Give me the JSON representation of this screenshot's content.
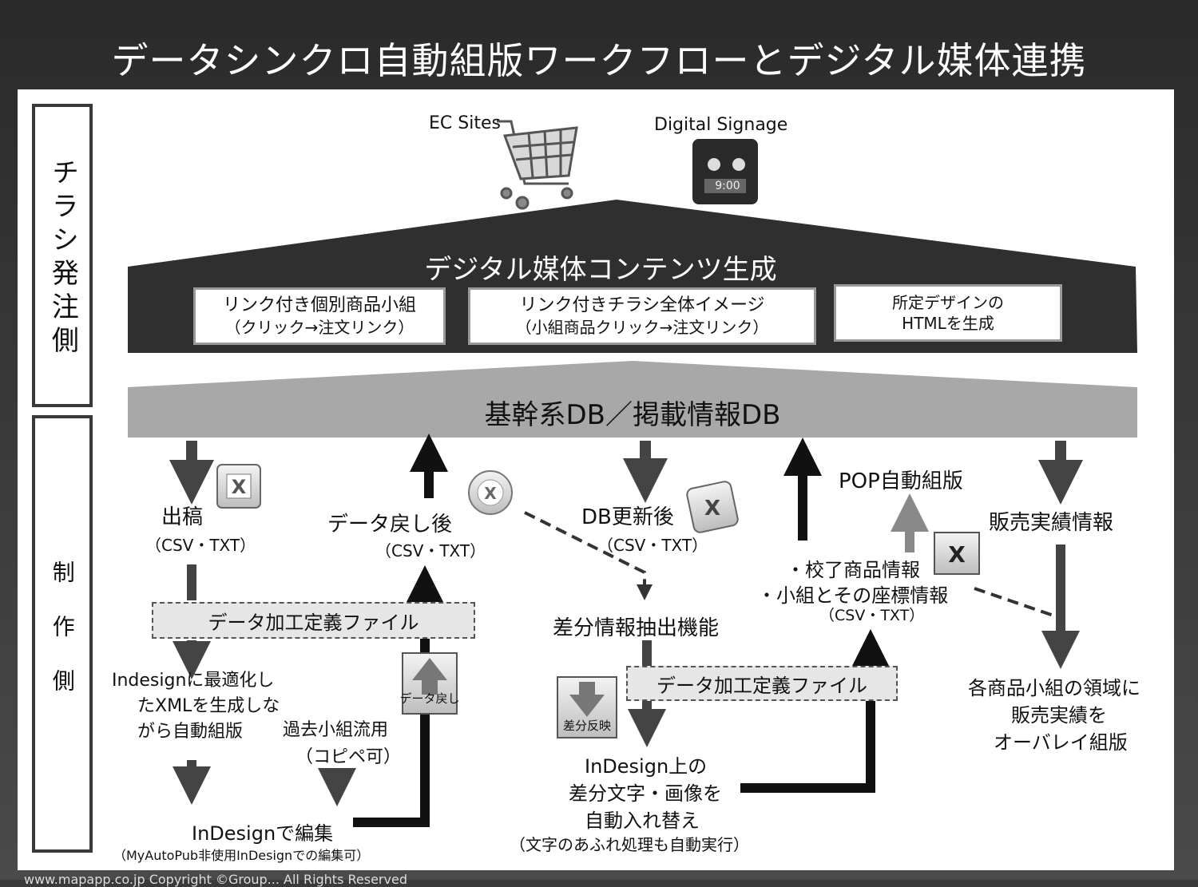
{
  "title": "データシンクロ自動組版ワークフローとデジタル媒体連携",
  "side": {
    "top_label": "チラシ発注側",
    "bottom_label": "制作側"
  },
  "top": {
    "ec_label": "EC Sites",
    "signage_label": "Digital Signage",
    "clock_text": "9:00"
  },
  "roof": {
    "title": "デジタル媒体コンテンツ生成",
    "boxes": [
      {
        "line1": "リンク付き個別商品小組",
        "line2": "（クリック→注文リンク）"
      },
      {
        "line1": "リンク付きチラシ全体イメージ",
        "line2": "（小組商品クリック→注文リンク）"
      },
      {
        "line1": "所定デザインの",
        "line2": "HTMLを生成"
      }
    ]
  },
  "db": {
    "label": "基幹系DB／掲載情報DB"
  },
  "flow": {
    "submit": {
      "label": "出稿",
      "sub": "（CSV・TXT）"
    },
    "return_data": {
      "label": "データ戻し後",
      "sub": "（CSV・TXT）"
    },
    "db_update": {
      "label": "DB更新後",
      "sub": "（CSV・TXT）"
    },
    "pop": {
      "label": "POP自動組版"
    },
    "sales": {
      "label": "販売実績情報"
    },
    "proofed": {
      "line1": "・校了商品情報",
      "line2": "・小組とその座標情報",
      "sub": "（CSV・TXT）"
    },
    "proc_file_1": "データ加工定義ファイル",
    "proc_file_2": "データ加工定義ファイル",
    "diff_extract": "差分情報抽出機能",
    "xml_gen": {
      "line1": "Indesignに最適化し",
      "line2": "たXMLを生成しな",
      "line3": "がら自動組版"
    },
    "reuse": {
      "line1": "過去小組流用",
      "line2": "（コピペ可）"
    },
    "return_btn": "データ戻し",
    "diff_btn": "差分反映",
    "edit": {
      "label": "InDesignで編集",
      "sub": "（MyAutoPub非使用InDesignでの編集可）"
    },
    "replace": {
      "line1": "InDesign上の",
      "line2": "差分文字・画像を",
      "line3": "自動入れ替え",
      "line4": "（文字のあふれ処理も自動実行）"
    },
    "overlay": {
      "line1": "各商品小組の領域に",
      "line2": "販売実績を",
      "line3": "オーバレイ組版"
    }
  },
  "footer": "www.mapapp.co.jp        Copyright ©Group... All Rights Reserved"
}
